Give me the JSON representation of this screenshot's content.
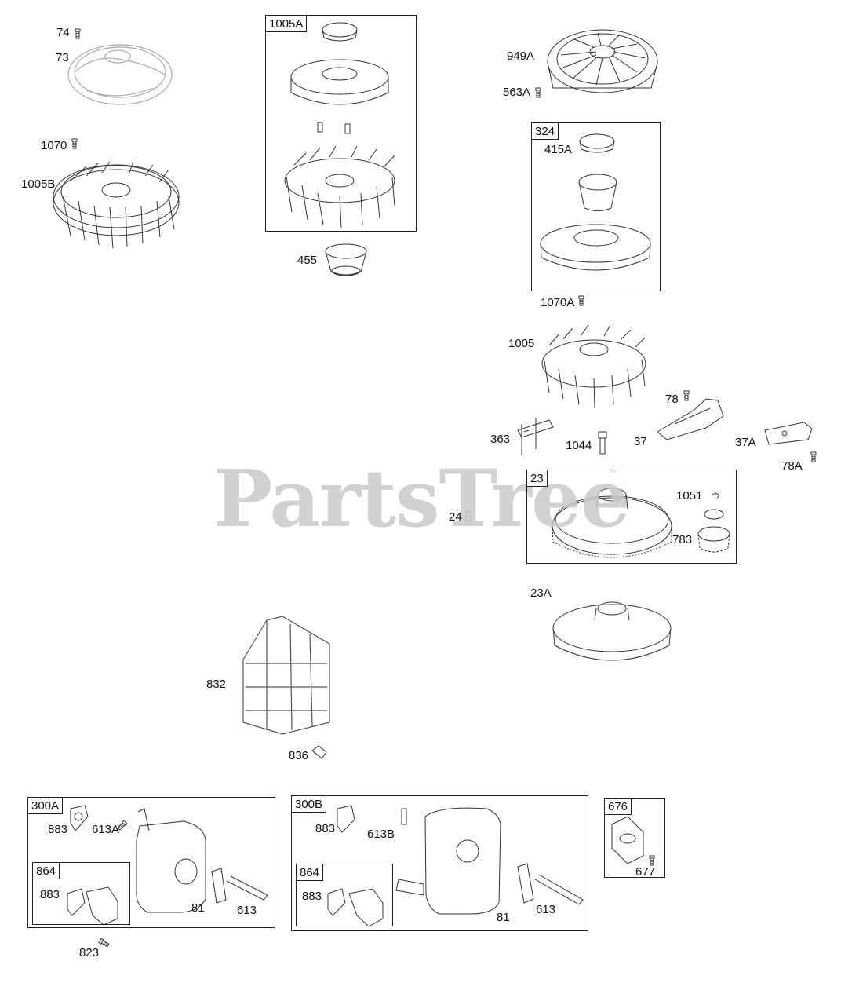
{
  "watermark": {
    "text": "PartsTree",
    "trademark": "™"
  },
  "boxes": {
    "b1005A": "1005A",
    "b324": "324",
    "b23": "23",
    "b300A": "300A",
    "b864a": "864",
    "b300B": "300B",
    "b864b": "864",
    "b676": "676"
  },
  "labels": {
    "l74": "74",
    "l73": "73",
    "l1070": "1070",
    "l1005B": "1005B",
    "l455": "455",
    "l949A": "949A",
    "l563A": "563A",
    "l415A": "415A",
    "l1070A": "1070A",
    "l1005": "1005",
    "l78": "78",
    "l363": "363",
    "l1044": "1044",
    "l37": "37",
    "l37A": "37A",
    "l78A": "78A",
    "l24": "24",
    "l1051": "1051",
    "l783": "783",
    "l23A": "23A",
    "l832": "832",
    "l836": "836",
    "l883a": "883",
    "l613A": "613A",
    "l883b": "883",
    "l81a": "81",
    "l613a": "613",
    "l823": "823",
    "l883c": "883",
    "l613B": "613B",
    "l883d": "883",
    "l81b": "81",
    "l613b": "613",
    "l677": "677"
  },
  "colors": {
    "line": "#333333",
    "watermark": "#c9c9c9",
    "faded_part": "#aaaaaa"
  }
}
